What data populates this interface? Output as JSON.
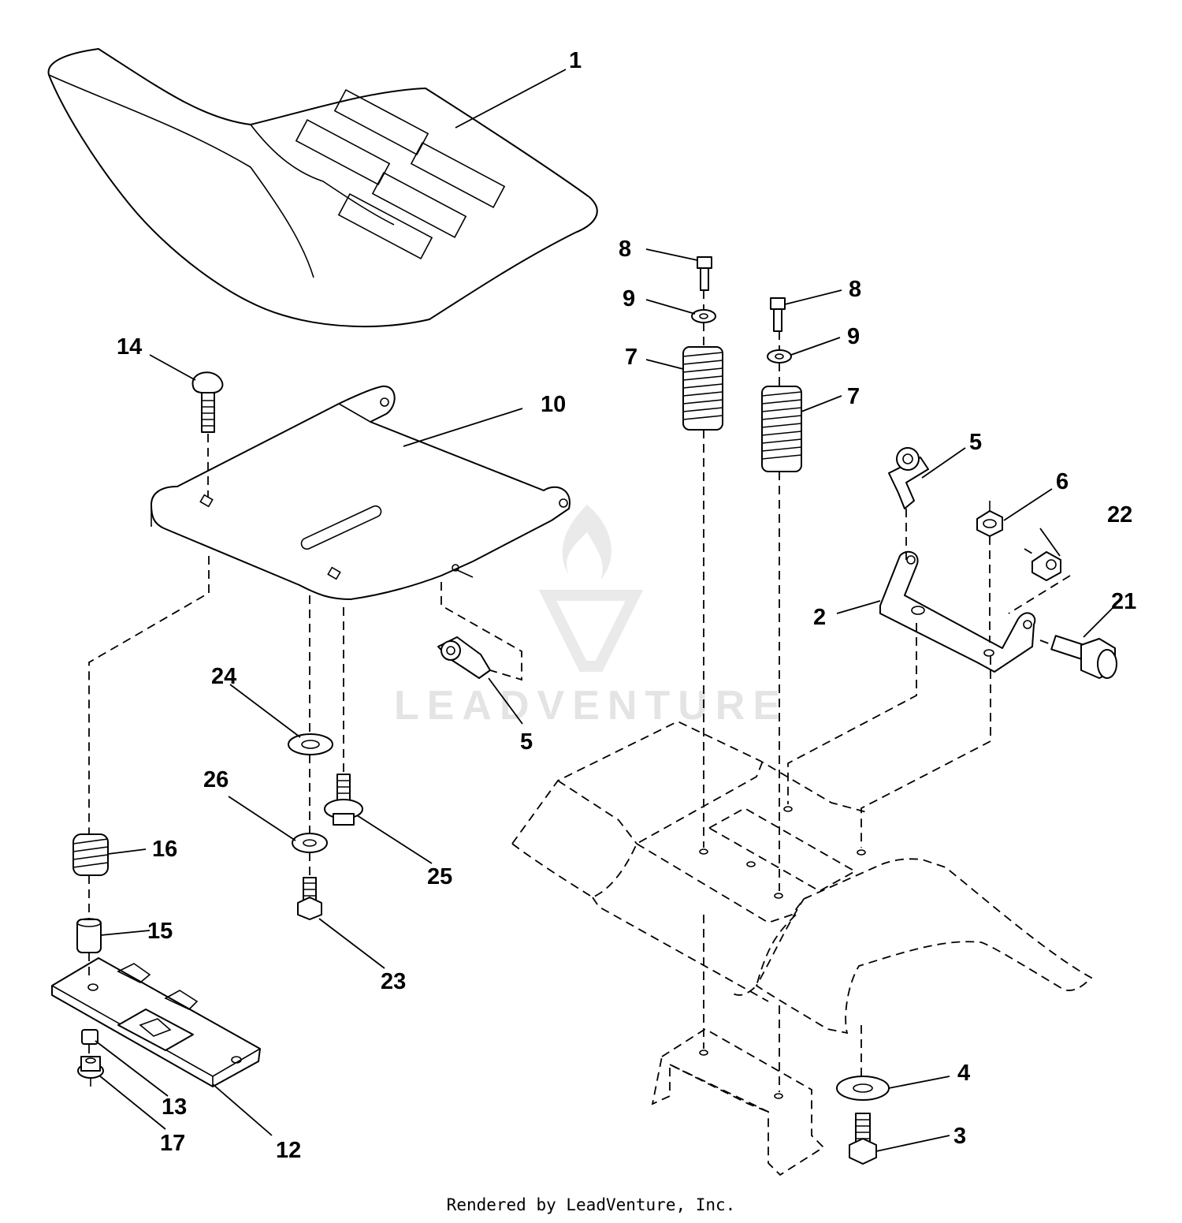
{
  "diagram": {
    "callouts": [
      {
        "id": "c1",
        "label": "1"
      },
      {
        "id": "c2",
        "label": "2"
      },
      {
        "id": "c3",
        "label": "3"
      },
      {
        "id": "c4",
        "label": "4"
      },
      {
        "id": "c5a",
        "label": "5"
      },
      {
        "id": "c5b",
        "label": "5"
      },
      {
        "id": "c6",
        "label": "6"
      },
      {
        "id": "c7a",
        "label": "7"
      },
      {
        "id": "c7b",
        "label": "7"
      },
      {
        "id": "c8a",
        "label": "8"
      },
      {
        "id": "c8b",
        "label": "8"
      },
      {
        "id": "c9a",
        "label": "9"
      },
      {
        "id": "c9b",
        "label": "9"
      },
      {
        "id": "c10",
        "label": "10"
      },
      {
        "id": "c12",
        "label": "12"
      },
      {
        "id": "c13",
        "label": "13"
      },
      {
        "id": "c14",
        "label": "14"
      },
      {
        "id": "c15",
        "label": "15"
      },
      {
        "id": "c16",
        "label": "16"
      },
      {
        "id": "c17",
        "label": "17"
      },
      {
        "id": "c21",
        "label": "21"
      },
      {
        "id": "c22",
        "label": "22"
      },
      {
        "id": "c23",
        "label": "23"
      },
      {
        "id": "c24",
        "label": "24"
      },
      {
        "id": "c25",
        "label": "25"
      },
      {
        "id": "c26",
        "label": "26"
      }
    ]
  },
  "watermark": {
    "text": "LEADVENTURE"
  },
  "footer": {
    "text": "Rendered by LeadVenture, Inc."
  }
}
